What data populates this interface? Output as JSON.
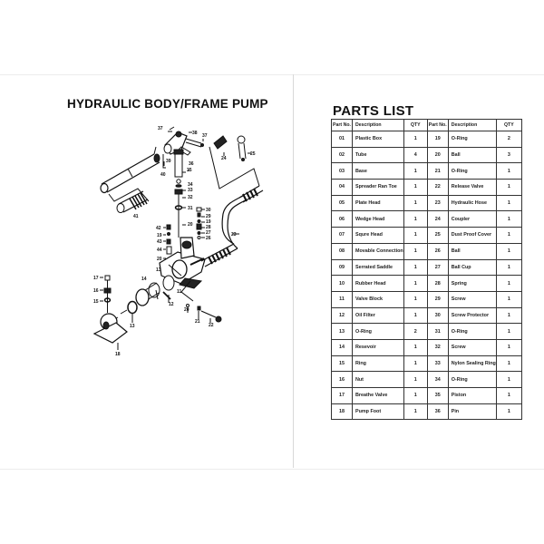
{
  "left_page": {
    "title": "HYDRAULIC BODY/FRAME PUMP",
    "diagram": {
      "callouts": [
        "37",
        "38",
        "37",
        "39",
        "36",
        "35",
        "34",
        "33",
        "32",
        "31",
        "30",
        "29",
        "20",
        "19",
        "28",
        "27",
        "26",
        "42",
        "19",
        "43",
        "44",
        "20",
        "13",
        "11",
        "14",
        "12",
        "40",
        "41",
        "24",
        "25",
        "23",
        "17",
        "16",
        "15",
        "13",
        "18",
        "20",
        "21",
        "22"
      ]
    }
  },
  "right_page": {
    "title": "PARTS LIST",
    "table": {
      "headers": [
        "Part No.",
        "Description",
        "QTY",
        "Part No.",
        "Description",
        "QTY"
      ],
      "rows": [
        {
          "no1": "01",
          "desc1": "Plastic Box",
          "qty1": "1",
          "no2": "19",
          "desc2": "O-Ring",
          "qty2": "2"
        },
        {
          "no1": "02",
          "desc1": "Tube",
          "qty1": "4",
          "no2": "20",
          "desc2": "Ball",
          "qty2": "3"
        },
        {
          "no1": "03",
          "desc1": "Base",
          "qty1": "1",
          "no2": "21",
          "desc2": "O-Ring",
          "qty2": "1"
        },
        {
          "no1": "04",
          "desc1": "Spreader Ran Toe",
          "qty1": "1",
          "no2": "22",
          "desc2": "Release Valve",
          "qty2": "1"
        },
        {
          "no1": "05",
          "desc1": "Plate Head",
          "qty1": "1",
          "no2": "23",
          "desc2": "Hydraulic Hose",
          "qty2": "1"
        },
        {
          "no1": "06",
          "desc1": "Wedge Head",
          "qty1": "1",
          "no2": "24",
          "desc2": "Coupler",
          "qty2": "1"
        },
        {
          "no1": "07",
          "desc1": "Squre Head",
          "qty1": "1",
          "no2": "25",
          "desc2": "Dust Proof Cover",
          "qty2": "1"
        },
        {
          "no1": "08",
          "desc1": "Movable Connection",
          "qty1": "1",
          "no2": "26",
          "desc2": "Ball",
          "qty2": "1"
        },
        {
          "no1": "09",
          "desc1": "Serrated Saddle",
          "qty1": "1",
          "no2": "27",
          "desc2": "Ball Cup",
          "qty2": "1"
        },
        {
          "no1": "10",
          "desc1": "Rubber Head",
          "qty1": "1",
          "no2": "28",
          "desc2": "Spring",
          "qty2": "1"
        },
        {
          "no1": "11",
          "desc1": "Valve Block",
          "qty1": "1",
          "no2": "29",
          "desc2": "Screw",
          "qty2": "1"
        },
        {
          "no1": "12",
          "desc1": "Oil Filter",
          "qty1": "1",
          "no2": "30",
          "desc2": "Screw Protector",
          "qty2": "1"
        },
        {
          "no1": "13",
          "desc1": "O-Ring",
          "qty1": "2",
          "no2": "31",
          "desc2": "O-Ring",
          "qty2": "1"
        },
        {
          "no1": "14",
          "desc1": "Resevoir",
          "qty1": "1",
          "no2": "32",
          "desc2": "Screw",
          "qty2": "1"
        },
        {
          "no1": "15",
          "desc1": "Ring",
          "qty1": "1",
          "no2": "33",
          "desc2": "Nylon Sealing Ring",
          "qty2": "1"
        },
        {
          "no1": "16",
          "desc1": "Nut",
          "qty1": "1",
          "no2": "34",
          "desc2": "O-Ring",
          "qty2": "1"
        },
        {
          "no1": "17",
          "desc1": "Breathe Valve",
          "qty1": "1",
          "no2": "35",
          "desc2": "Piston",
          "qty2": "1"
        },
        {
          "no1": "18",
          "desc1": "Pump Foot",
          "qty1": "1",
          "no2": "36",
          "desc2": "Pin",
          "qty2": "1"
        }
      ]
    }
  }
}
